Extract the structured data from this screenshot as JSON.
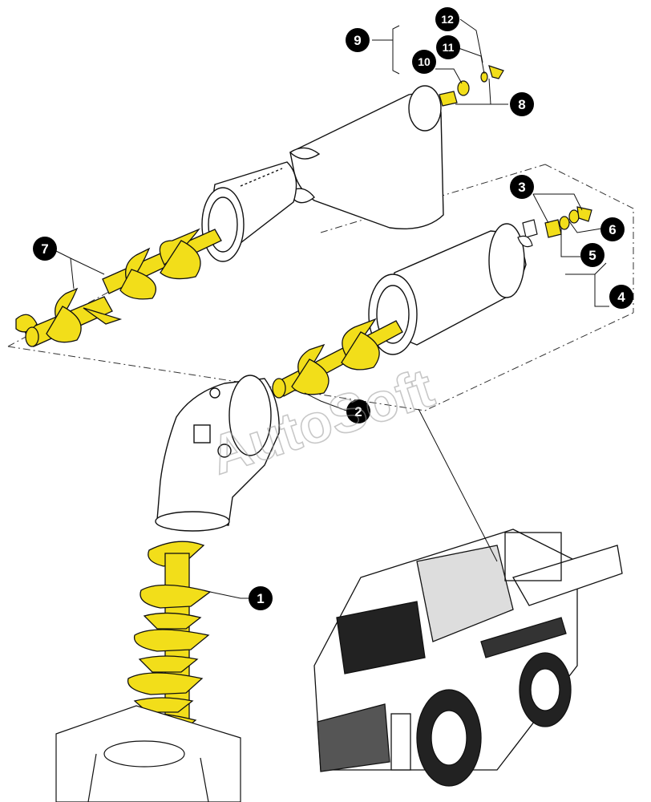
{
  "watermark": "AutoSoft",
  "colors": {
    "part_highlight": "#f2de1a",
    "line": "#111111",
    "callout_fill": "#000000",
    "callout_text": "#ffffff",
    "tube_fill": "#ffffff"
  },
  "callouts": [
    {
      "id": "callout-1",
      "label": "1"
    },
    {
      "id": "callout-2",
      "label": "2"
    },
    {
      "id": "callout-3",
      "label": "3"
    },
    {
      "id": "callout-4",
      "label": "4"
    },
    {
      "id": "callout-5",
      "label": "5"
    },
    {
      "id": "callout-6",
      "label": "6"
    },
    {
      "id": "callout-7",
      "label": "7"
    },
    {
      "id": "callout-8",
      "label": "8"
    },
    {
      "id": "callout-9",
      "label": "9"
    },
    {
      "id": "callout-10",
      "label": "10"
    },
    {
      "id": "callout-11",
      "label": "11"
    },
    {
      "id": "callout-12",
      "label": "12"
    }
  ]
}
